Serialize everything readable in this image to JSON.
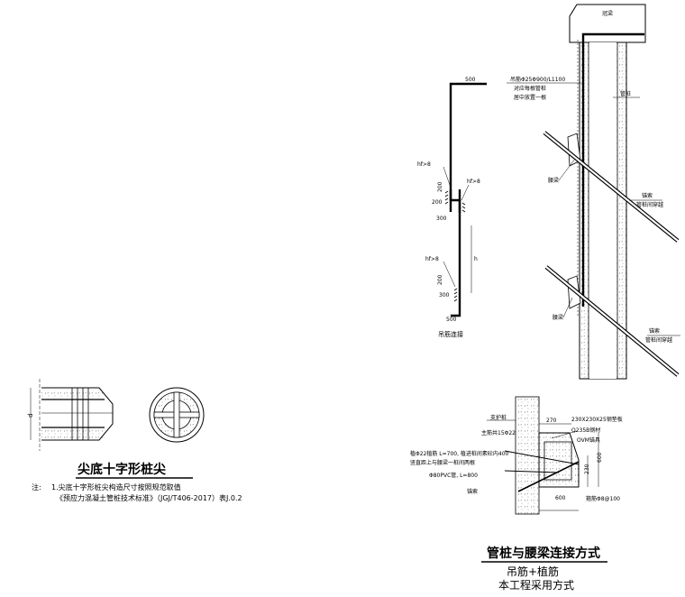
{
  "beam_top": "冠梁",
  "hanger": {
    "spec": "吊筋Φ25Φ900/L1100",
    "note1": "对应每根管桩",
    "note2": "居中放置一根"
  },
  "pile_label": "管桩",
  "waist_beam": "腰梁",
  "anchor": {
    "label": "锚索",
    "note": "管桩间穿越"
  },
  "hanger_detail": {
    "dim_500": "500",
    "dim_300": "300",
    "dim_200": "200",
    "hf8": "hf>8",
    "dim_h": "h",
    "caption": "吊筋连接"
  },
  "pile_tip": {
    "dim_d": "d",
    "title": "尖底十字形桩尖",
    "note_prefix": "注:",
    "note_line1": "1.尖底十字形桩尖构造尺寸按照规范取值",
    "note_line2": "《预应力混凝土管桩技术标准》（JGJ/T406-2017）表J.0.2"
  },
  "connection": {
    "support_pile": "支护桩",
    "main_bar": "主筋共15Φ22",
    "plate": "230X230X25钢垫板",
    "steel": "Q235B钢材",
    "anchor_head": "OVM锚具",
    "plant_bar1": "植Φ22植筋 L=700, 植进桩间素砼内400",
    "plant_bar2": "竖直距上与腰梁一桩间两根",
    "pvc": "Φ80PVC管, L=800",
    "anchor": "锚索",
    "stirrup": "箍筋Φ8@100",
    "dim_270": "270",
    "dim_230": "230",
    "dim_600": "600",
    "dim_600b": "600"
  },
  "main_title": "管桩与腰梁连接方式",
  "sub1": "吊筋+植筋",
  "sub2": "本工程采用方式"
}
